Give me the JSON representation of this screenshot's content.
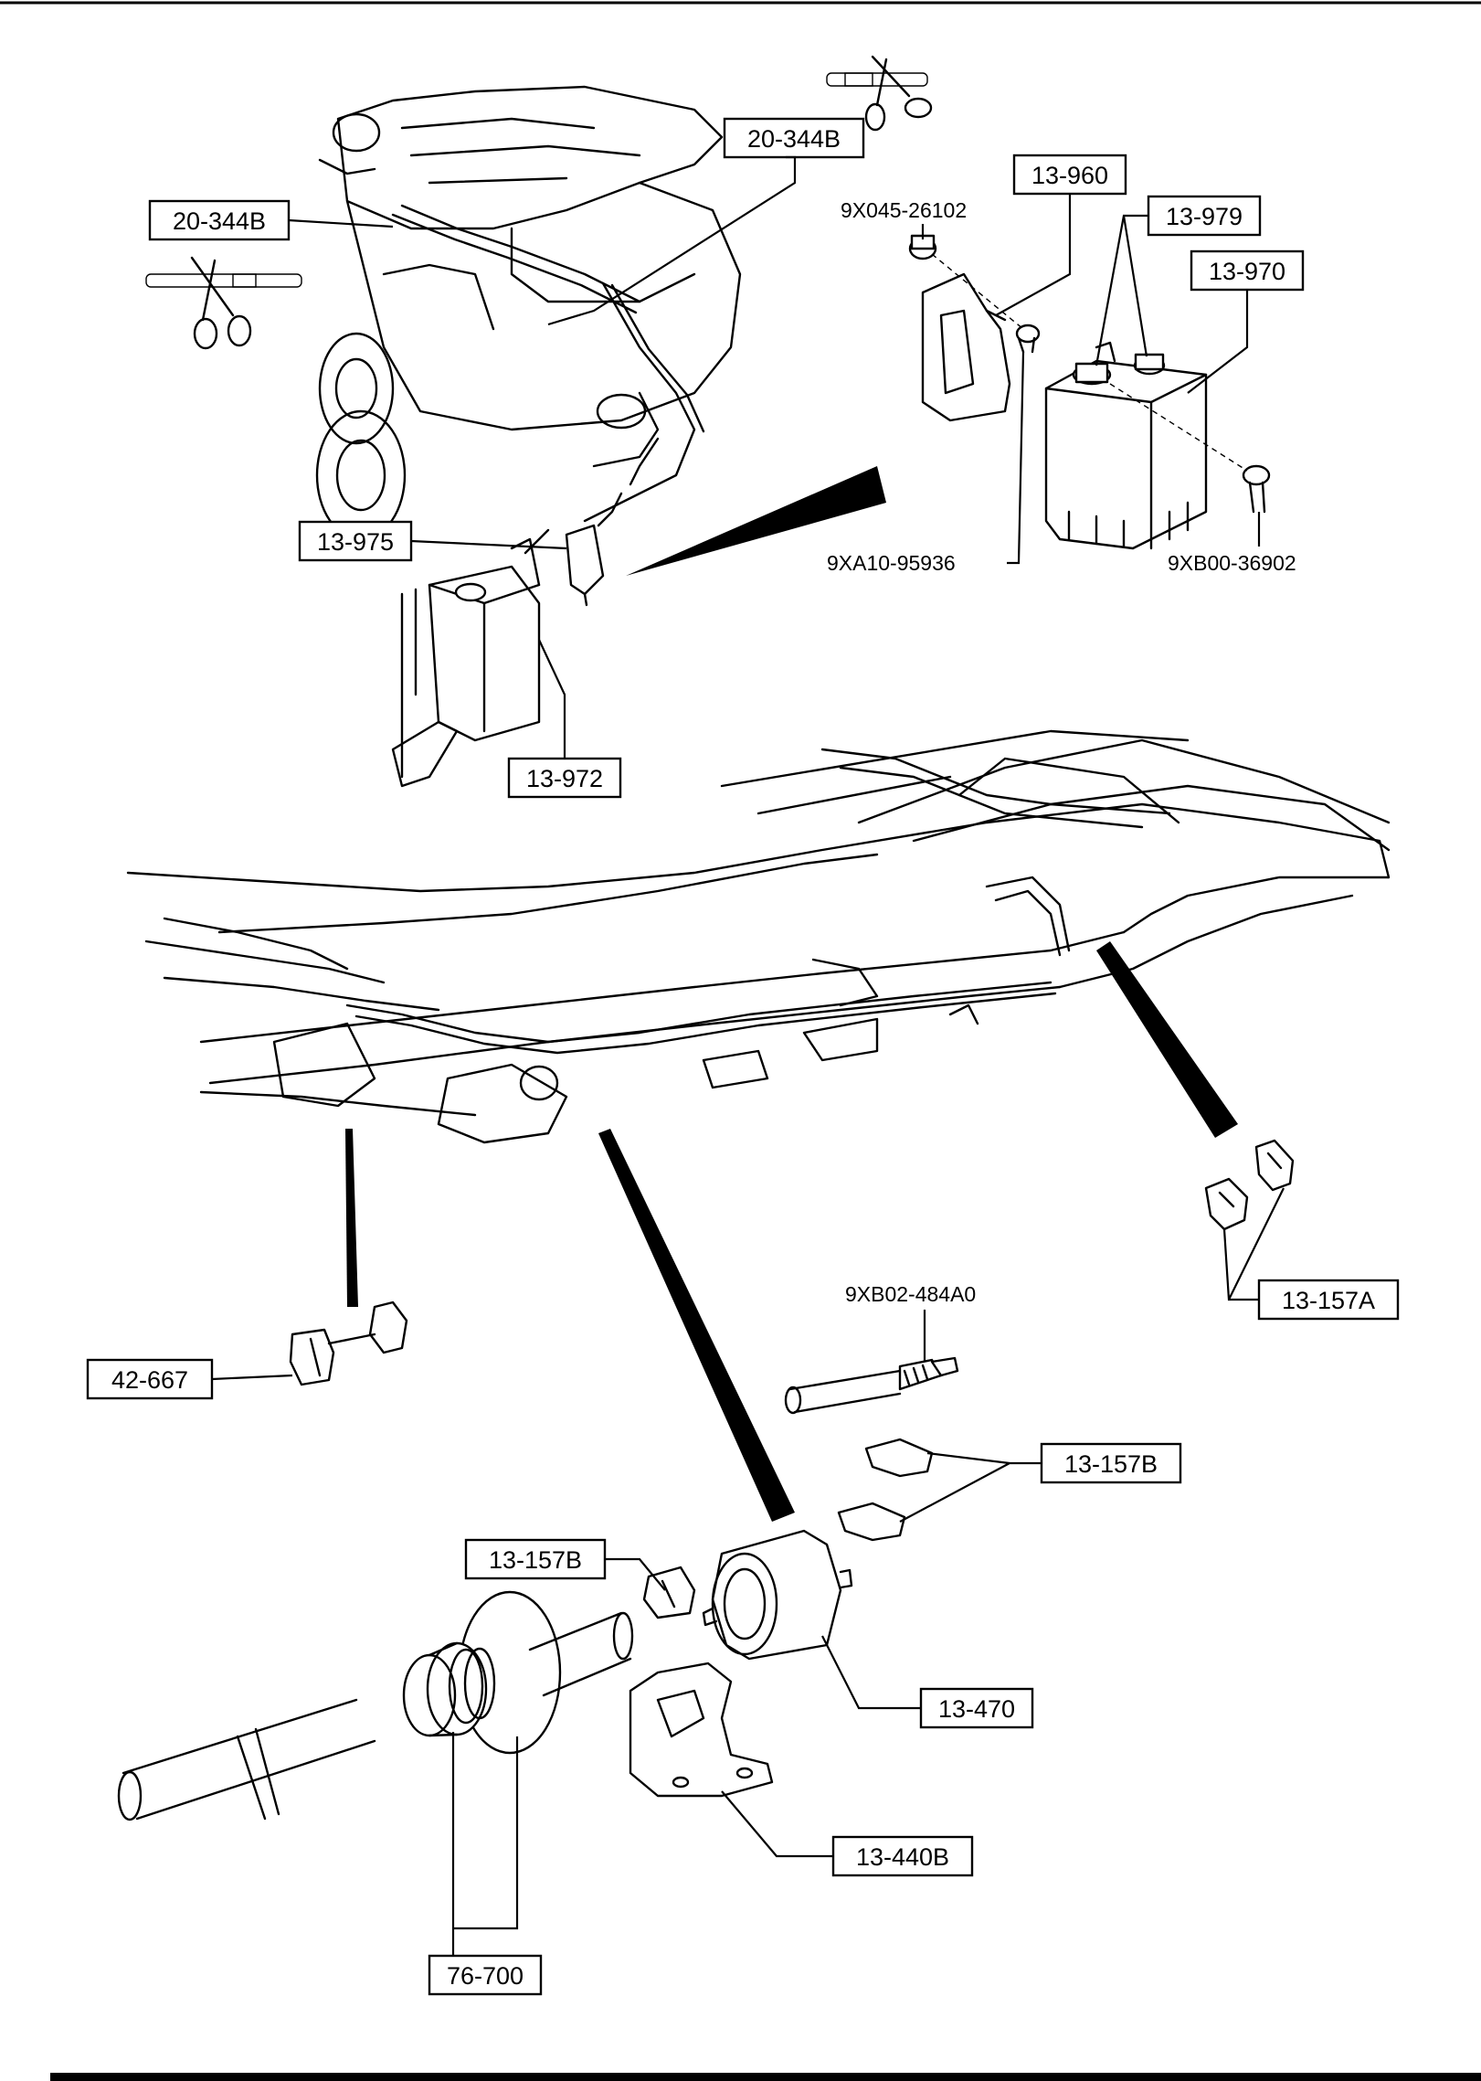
{
  "callouts": {
    "hose_cut_top": "20-344B",
    "hose_cut_left": "20-344B",
    "bracket": "13-960",
    "bolt_bracket": "9X045-26102",
    "canister_parts": "13-979",
    "canister": "13-970",
    "bolt_canister_left": "9XA10-95936",
    "bolt_canister_right": "9XB00-36902",
    "valve": "13-975",
    "canister_assy": "13-972",
    "clip_right": "13-157A",
    "joint": "9XB02-484A0",
    "clip_b_upper": "13-157B",
    "clip_b_lower": "13-157B",
    "clamp_left": "42-667",
    "fuel_filter": "13-470",
    "filter_bracket": "13-440B",
    "grommet": "76-700"
  }
}
